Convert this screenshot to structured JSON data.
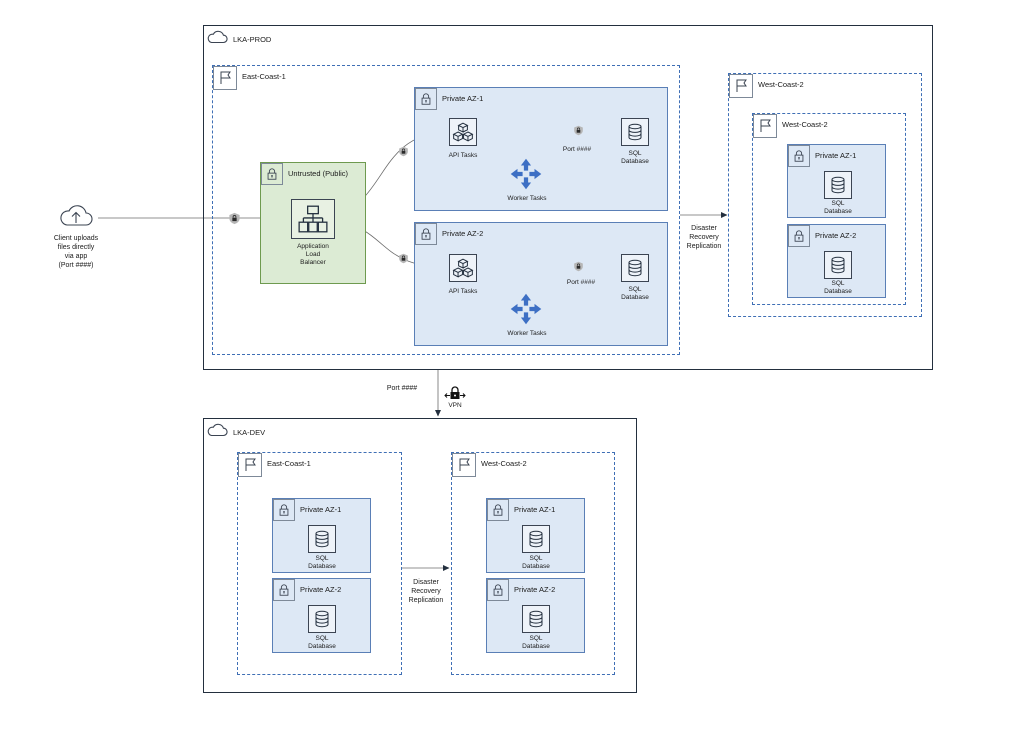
{
  "client": {
    "label_lines": [
      "Client uploads",
      "files directly",
      "via app",
      "(Port ####)"
    ]
  },
  "prod": {
    "title": "LKA-PROD",
    "east": {
      "title": "East-Coast-1",
      "public": {
        "title": "Untrusted (Public)",
        "alb_lines": [
          "Application",
          "Load",
          "Balancer"
        ]
      },
      "az1": {
        "title": "Private AZ-1",
        "api": "API Tasks",
        "worker": "Worker Tasks",
        "port": "Port ####",
        "db_lines": [
          "SQL",
          "Database"
        ]
      },
      "az2": {
        "title": "Private AZ-2",
        "api": "API Tasks",
        "worker": "Worker Tasks",
        "port": "Port ####",
        "db_lines": [
          "SQL",
          "Database"
        ]
      }
    },
    "dr_lines": [
      "Disaster",
      "Recovery",
      "Replication"
    ],
    "west_outer": {
      "title": "West-Coast-2"
    },
    "west_inner": {
      "title": "West-Coast-2",
      "az1": {
        "title": "Private AZ-1",
        "db_lines": [
          "SQL",
          "Database"
        ]
      },
      "az2": {
        "title": "Private AZ-2",
        "db_lines": [
          "SQL",
          "Database"
        ]
      }
    }
  },
  "link": {
    "port": "Port ####",
    "vpn": "VPN"
  },
  "dev": {
    "title": "LKA-DEV",
    "east": {
      "title": "East-Coast-1",
      "az1": {
        "title": "Private AZ-1",
        "db_lines": [
          "SQL",
          "Database"
        ]
      },
      "az2": {
        "title": "Private AZ-2",
        "db_lines": [
          "SQL",
          "Database"
        ]
      }
    },
    "dr_lines": [
      "Disaster",
      "Recovery",
      "Replication"
    ],
    "west": {
      "title": "West-Coast-2",
      "az1": {
        "title": "Private AZ-1",
        "db_lines": [
          "SQL",
          "Database"
        ]
      },
      "az2": {
        "title": "Private AZ-2",
        "db_lines": [
          "SQL",
          "Database"
        ]
      }
    }
  }
}
